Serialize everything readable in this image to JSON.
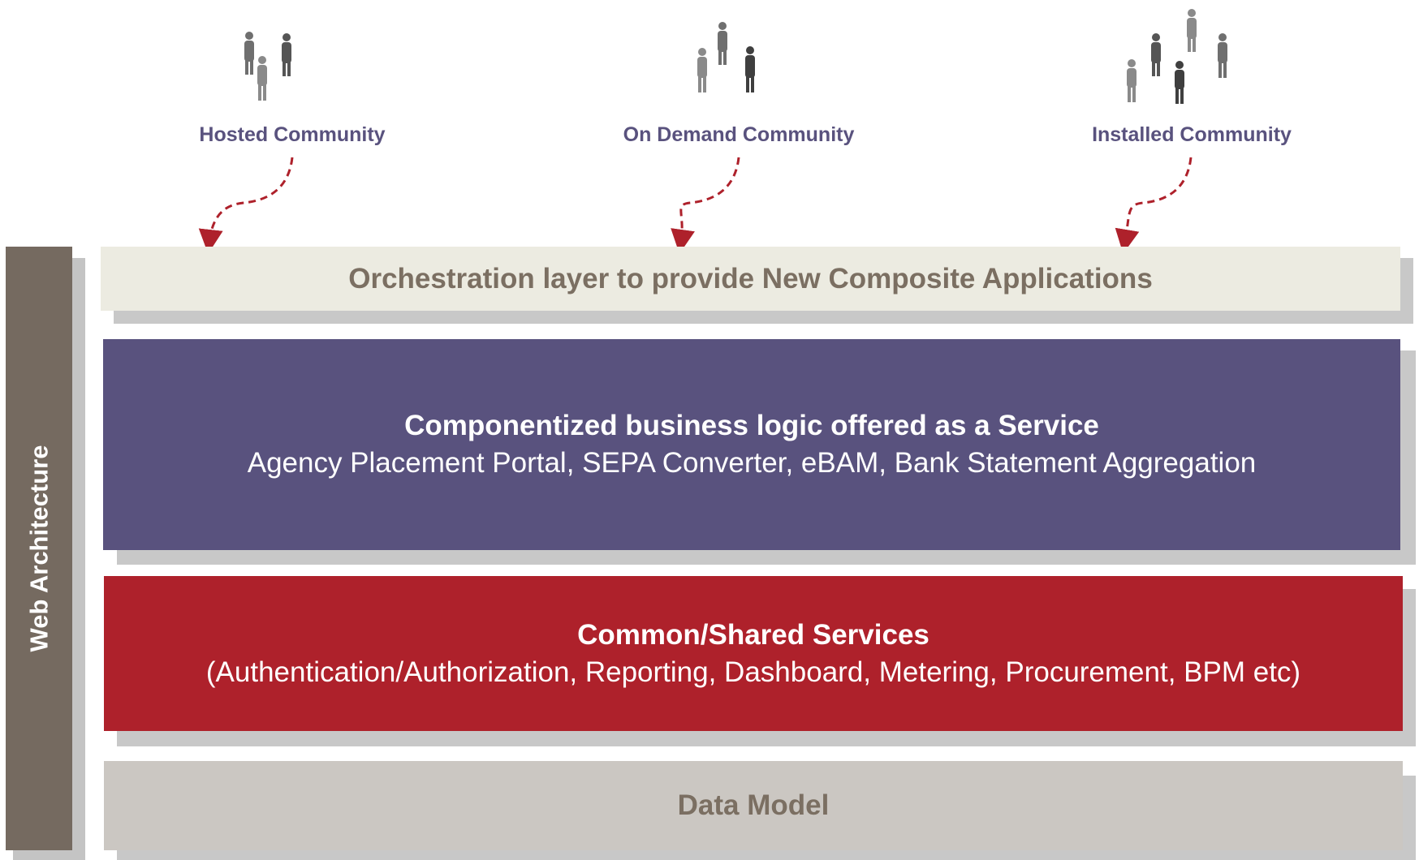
{
  "communities": [
    {
      "label": "Hosted Community",
      "people_icon": "people-group-icon"
    },
    {
      "label": "On Demand Community",
      "people_icon": "people-group-icon"
    },
    {
      "label": "Installed Community",
      "people_icon": "people-group-icon"
    }
  ],
  "side_label": "Web Architecture",
  "layers": {
    "orchestration": {
      "title": "Orchestration layer to provide New Composite Applications"
    },
    "componentized": {
      "title": "Componentized business logic offered as a Service",
      "subtitle": "Agency Placement Portal, SEPA Converter, eBAM, Bank Statement Aggregation"
    },
    "common": {
      "title": "Common/Shared Services",
      "subtitle": "(Authentication/Authorization, Reporting, Dashboard, Metering, Procurement, BPM etc)"
    },
    "data": {
      "title": "Data Model"
    }
  },
  "colors": {
    "orchestration_bg": "#ecebe1",
    "componentized_bg": "#59527e",
    "common_bg": "#ae212b",
    "data_bg": "#cbc7c2",
    "side_bar_bg": "#756a60",
    "community_text": "#59527e",
    "arrow": "#ae212b"
  }
}
